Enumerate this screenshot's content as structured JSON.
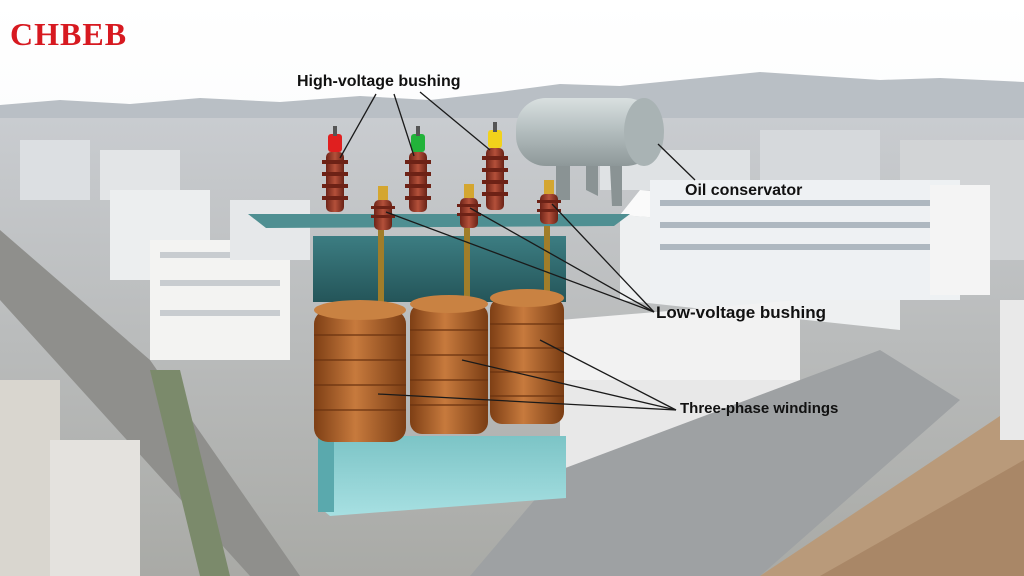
{
  "brand": {
    "logo_text": "CHBEB",
    "color": "#d71920"
  },
  "labels": {
    "high_voltage_bushing": "High-voltage bushing",
    "oil_conservator": "Oil conservator",
    "low_voltage_bushing": "Low-voltage bushing",
    "three_phase_windings": "Three-phase windings"
  },
  "colors": {
    "sky": "#ffffff",
    "tank": "#2f6b70",
    "core_bottom": "#8fd3d6",
    "winding": "#b0642b",
    "bushing": "#9b3b2a",
    "hv_cap_red": "#e01f1f",
    "hv_cap_green": "#22b33a",
    "hv_cap_yellow": "#f2d21b",
    "conservator": "#b7c1c2"
  }
}
